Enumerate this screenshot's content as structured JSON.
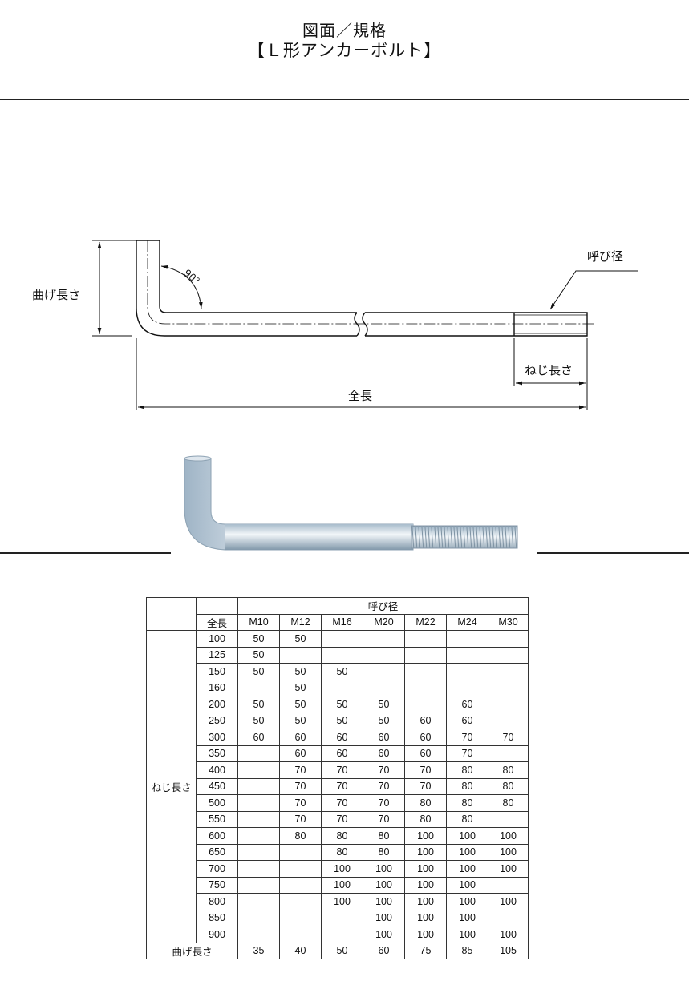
{
  "header": {
    "title_line1": "図面／規格",
    "title_line2": "【Ｌ形アンカーボルト】"
  },
  "drawing": {
    "label_bend_length": "曲げ長さ",
    "label_angle": "90°",
    "label_nominal_diameter": "呼び径",
    "label_thread_length": "ねじ長さ",
    "label_total_length": "全長"
  },
  "table": {
    "group_header": "呼び径",
    "total_length_header": "全長",
    "sizes": [
      "M10",
      "M12",
      "M16",
      "M20",
      "M22",
      "M24",
      "M30"
    ],
    "row_group_label": "ねじ長さ",
    "rows": [
      {
        "length": "100",
        "cells": [
          "50",
          "50",
          "",
          "",
          "",
          "",
          ""
        ]
      },
      {
        "length": "125",
        "cells": [
          "50",
          "",
          "",
          "",
          "",
          "",
          ""
        ]
      },
      {
        "length": "150",
        "cells": [
          "50",
          "50",
          "50",
          "",
          "",
          "",
          ""
        ]
      },
      {
        "length": "160",
        "cells": [
          "",
          "50",
          "",
          "",
          "",
          "",
          ""
        ]
      },
      {
        "length": "200",
        "cells": [
          "50",
          "50",
          "50",
          "50",
          "",
          "60",
          ""
        ]
      },
      {
        "length": "250",
        "cells": [
          "50",
          "50",
          "50",
          "50",
          "60",
          "60",
          ""
        ]
      },
      {
        "length": "300",
        "cells": [
          "60",
          "60",
          "60",
          "60",
          "60",
          "70",
          "70"
        ]
      },
      {
        "length": "350",
        "cells": [
          "",
          "60",
          "60",
          "60",
          "60",
          "70",
          ""
        ]
      },
      {
        "length": "400",
        "cells": [
          "",
          "70",
          "70",
          "70",
          "70",
          "80",
          "80"
        ]
      },
      {
        "length": "450",
        "cells": [
          "",
          "70",
          "70",
          "70",
          "70",
          "80",
          "80"
        ]
      },
      {
        "length": "500",
        "cells": [
          "",
          "70",
          "70",
          "70",
          "80",
          "80",
          "80"
        ]
      },
      {
        "length": "550",
        "cells": [
          "",
          "70",
          "70",
          "70",
          "80",
          "80",
          ""
        ]
      },
      {
        "length": "600",
        "cells": [
          "",
          "80",
          "80",
          "80",
          "100",
          "100",
          "100"
        ]
      },
      {
        "length": "650",
        "cells": [
          "",
          "",
          "80",
          "80",
          "100",
          "100",
          "100"
        ]
      },
      {
        "length": "700",
        "cells": [
          "",
          "",
          "100",
          "100",
          "100",
          "100",
          "100"
        ]
      },
      {
        "length": "750",
        "cells": [
          "",
          "",
          "100",
          "100",
          "100",
          "100",
          ""
        ]
      },
      {
        "length": "800",
        "cells": [
          "",
          "",
          "100",
          "100",
          "100",
          "100",
          "100"
        ]
      },
      {
        "length": "850",
        "cells": [
          "",
          "",
          "",
          "100",
          "100",
          "100",
          ""
        ]
      },
      {
        "length": "900",
        "cells": [
          "",
          "",
          "",
          "100",
          "100",
          "100",
          "100"
        ]
      }
    ],
    "footer_label": "曲げ長さ",
    "bend_lengths": [
      "35",
      "40",
      "50",
      "60",
      "75",
      "85",
      "105"
    ]
  }
}
